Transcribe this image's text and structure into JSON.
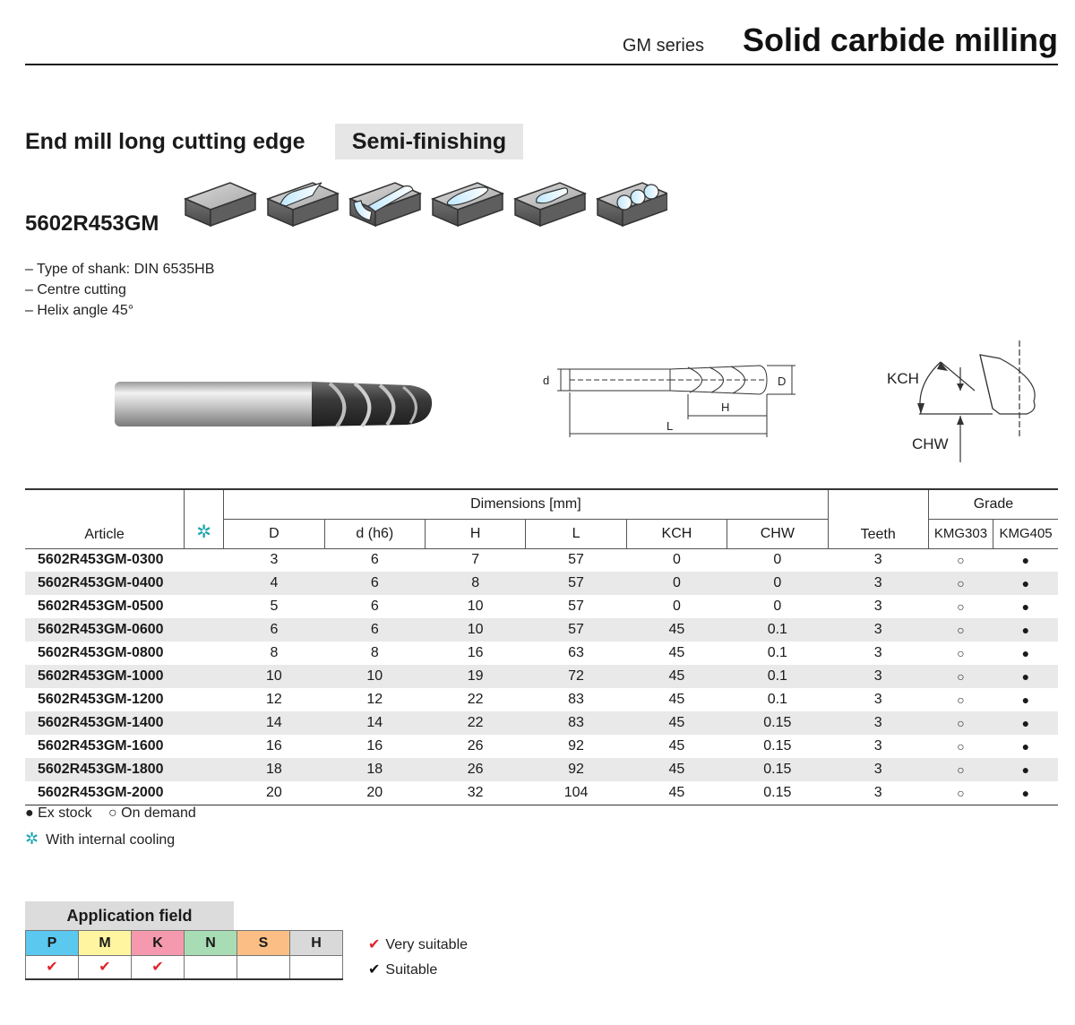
{
  "header": {
    "series": "GM series",
    "title": "Solid carbide milling"
  },
  "product": {
    "subtitle": "End mill long cutting edge",
    "badge": "Semi-finishing",
    "code": "5602R453GM",
    "features": [
      "– Type of shank: DIN 6535HB",
      "– Centre cutting",
      "– Helix angle 45°"
    ]
  },
  "operations": [
    "face-milling-icon",
    "slotting-icon",
    "side-slotting-icon",
    "pocket-milling-icon",
    "ramping-icon",
    "plunge-milling-icon"
  ],
  "drawing": {
    "labels": {
      "d": "d",
      "D": "D",
      "H": "H",
      "L": "L",
      "KCH": "KCH",
      "CHW": "CHW"
    }
  },
  "table": {
    "headers": {
      "article": "Article",
      "cooling_icon": "✲",
      "dimensions": "Dimensions [mm]",
      "D": "D",
      "d": "d (h6)",
      "H": "H",
      "L": "L",
      "KCH": "KCH",
      "CHW": "CHW",
      "teeth": "Teeth",
      "grade": "Grade",
      "g1": "KMG303",
      "g2": "KMG405"
    },
    "rows": [
      {
        "article": "5602R453GM-0300",
        "D": "3",
        "d": "6",
        "H": "7",
        "L": "57",
        "KCH": "0",
        "CHW": "0",
        "teeth": "3",
        "g1": "○",
        "g2": "●"
      },
      {
        "article": "5602R453GM-0400",
        "D": "4",
        "d": "6",
        "H": "8",
        "L": "57",
        "KCH": "0",
        "CHW": "0",
        "teeth": "3",
        "g1": "○",
        "g2": "●"
      },
      {
        "article": "5602R453GM-0500",
        "D": "5",
        "d": "6",
        "H": "10",
        "L": "57",
        "KCH": "0",
        "CHW": "0",
        "teeth": "3",
        "g1": "○",
        "g2": "●"
      },
      {
        "article": "5602R453GM-0600",
        "D": "6",
        "d": "6",
        "H": "10",
        "L": "57",
        "KCH": "45",
        "CHW": "0.1",
        "teeth": "3",
        "g1": "○",
        "g2": "●"
      },
      {
        "article": "5602R453GM-0800",
        "D": "8",
        "d": "8",
        "H": "16",
        "L": "63",
        "KCH": "45",
        "CHW": "0.1",
        "teeth": "3",
        "g1": "○",
        "g2": "●"
      },
      {
        "article": "5602R453GM-1000",
        "D": "10",
        "d": "10",
        "H": "19",
        "L": "72",
        "KCH": "45",
        "CHW": "0.1",
        "teeth": "3",
        "g1": "○",
        "g2": "●"
      },
      {
        "article": "5602R453GM-1200",
        "D": "12",
        "d": "12",
        "H": "22",
        "L": "83",
        "KCH": "45",
        "CHW": "0.1",
        "teeth": "3",
        "g1": "○",
        "g2": "●"
      },
      {
        "article": "5602R453GM-1400",
        "D": "14",
        "d": "14",
        "H": "22",
        "L": "83",
        "KCH": "45",
        "CHW": "0.15",
        "teeth": "3",
        "g1": "○",
        "g2": "●"
      },
      {
        "article": "5602R453GM-1600",
        "D": "16",
        "d": "16",
        "H": "26",
        "L": "92",
        "KCH": "45",
        "CHW": "0.15",
        "teeth": "3",
        "g1": "○",
        "g2": "●"
      },
      {
        "article": "5602R453GM-1800",
        "D": "18",
        "d": "18",
        "H": "26",
        "L": "92",
        "KCH": "45",
        "CHW": "0.15",
        "teeth": "3",
        "g1": "○",
        "g2": "●"
      },
      {
        "article": "5602R453GM-2000",
        "D": "20",
        "d": "20",
        "H": "32",
        "L": "104",
        "KCH": "45",
        "CHW": "0.15",
        "teeth": "3",
        "g1": "○",
        "g2": "●"
      }
    ]
  },
  "legend": {
    "ex_stock": "● Ex stock",
    "on_demand": "○ On demand",
    "cooling_icon": "✲",
    "cooling": "With internal cooling"
  },
  "application": {
    "title": "Application field",
    "materials": [
      {
        "code": "P",
        "color": "#5bc8f0",
        "check": "✔"
      },
      {
        "code": "M",
        "color": "#fff5a0",
        "check": "✔"
      },
      {
        "code": "K",
        "color": "#f59aae",
        "check": "✔"
      },
      {
        "code": "N",
        "color": "#a8dcb4",
        "check": ""
      },
      {
        "code": "S",
        "color": "#fbbf86",
        "check": ""
      },
      {
        "code": "H",
        "color": "#d9d9d9",
        "check": ""
      }
    ],
    "very_suitable": "Very suitable",
    "suitable": "Suitable",
    "check_icon": "✔"
  },
  "colors": {
    "accent_check": "#e0242c",
    "cooling": "#1aa5b0"
  }
}
